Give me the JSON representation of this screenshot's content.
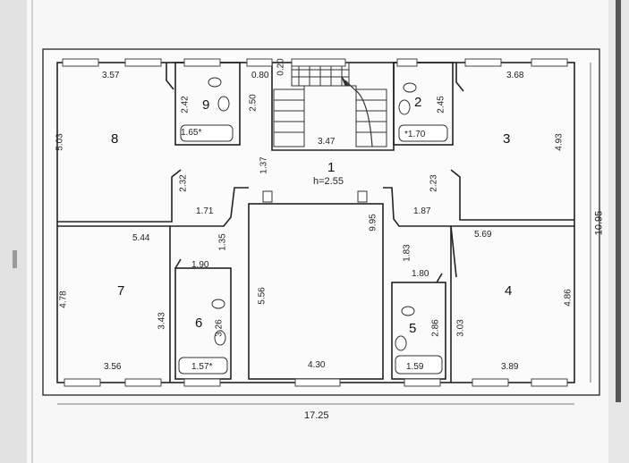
{
  "plan": {
    "overall_width": "17.25",
    "overall_depth": "10.95",
    "rooms": {
      "r1": "1",
      "r1_height": "h=2.55",
      "r2": "2",
      "r3": "3",
      "r4": "4",
      "r5": "5",
      "r6": "6",
      "r7": "7",
      "r8": "8",
      "r9": "9"
    },
    "dims": {
      "d_3_57": "3.57",
      "d_5_03": "5.03",
      "d_2_42": "2.42",
      "d_1_65": "1.65*",
      "d_0_80": "0.80",
      "d_0_20": "0.20",
      "d_2_50": "2.50",
      "d_3_47": "3.47",
      "d_2_45": "2.45",
      "d_1_70": "*1.70",
      "d_3_68": "3.68",
      "d_4_93": "4.93",
      "d_2_32": "2.32",
      "d_1_37": "1.37",
      "d_2_23": "2.23",
      "d_1_71": "1.71",
      "d_9_95": "9.95",
      "d_1_87": "1.87",
      "d_5_44": "5.44",
      "d_5_69": "5.69",
      "d_1_35": "1.35",
      "d_1_83": "1.83",
      "d_1_90": "1.90",
      "d_1_80": "1.80",
      "d_4_78": "4.78",
      "d_5_56": "5.56",
      "d_4_86": "4.86",
      "d_3_43": "3.43",
      "d_3_26": "3.26",
      "d_2_86": "2.86",
      "d_3_03": "3.03",
      "d_3_56": "3.56",
      "d_1_57": "1.57*",
      "d_4_30": "4.30",
      "d_1_59": "1.59",
      "d_3_89": "3.89"
    }
  }
}
